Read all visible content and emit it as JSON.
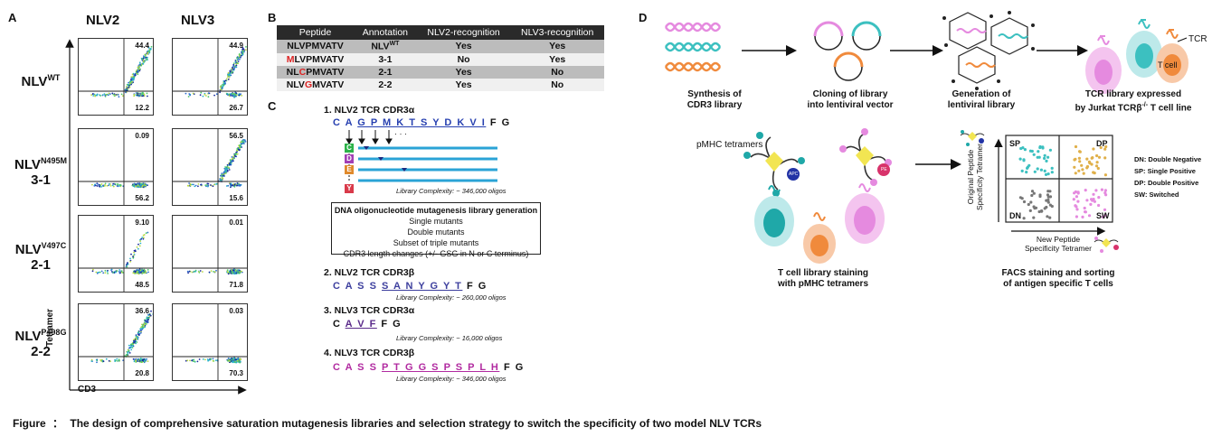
{
  "panels": {
    "a": "A",
    "b": "B",
    "c": "C",
    "d": "D"
  },
  "panel_a": {
    "col_headers": [
      "NLV2",
      "NLV3"
    ],
    "rows": [
      {
        "name": "NLV",
        "sup": "WT",
        "sub": ""
      },
      {
        "name": "NLV",
        "sup": "N495M",
        "sub": "3-1"
      },
      {
        "name": "NLV",
        "sup": "V497C",
        "sub": "2-1"
      },
      {
        "name": "NLV",
        "sup": "P498G",
        "sub": "2-2"
      }
    ],
    "quadrants": [
      [
        {
          "ur": "44.4",
          "lr": "12.2"
        },
        {
          "ur": "44.9",
          "lr": "26.7"
        }
      ],
      [
        {
          "ur": "0.09",
          "lr": "56.2"
        },
        {
          "ur": "56.5",
          "lr": "15.6"
        }
      ],
      [
        {
          "ur": "9.10",
          "lr": "48.5"
        },
        {
          "ur": "0.01",
          "lr": "71.8"
        }
      ],
      [
        {
          "ur": "36.6",
          "lr": "20.8"
        },
        {
          "ur": "0.03",
          "lr": "70.3"
        }
      ]
    ],
    "y_axis_label": "Tetramer",
    "x_axis_label": "CD3"
  },
  "panel_b": {
    "headers": [
      "Peptide",
      "Annotation",
      "NLV2-recognition",
      "NLV3-recognition"
    ],
    "rows": [
      {
        "pre": "NLVPMVATV",
        "mut": "",
        "post": "",
        "annot": "NLV",
        "annot_sup": "WT",
        "nlv2": "Yes",
        "nlv3": "Yes"
      },
      {
        "pre": "",
        "mut": "M",
        "post": "LVPMVATV",
        "annot": "3-1",
        "annot_sup": "",
        "nlv2": "No",
        "nlv3": "Yes"
      },
      {
        "pre": "NL",
        "mut": "C",
        "post": "PMVATV",
        "annot": "2-1",
        "annot_sup": "",
        "nlv2": "Yes",
        "nlv3": "No"
      },
      {
        "pre": "NLV",
        "mut": "G",
        "post": "MVATV",
        "annot": "2-2",
        "annot_sup": "",
        "nlv2": "Yes",
        "nlv3": "No"
      }
    ]
  },
  "panel_c": {
    "s1_title": "1. NLV2 TCR CDR3α",
    "s1_seq_pre": "C A",
    "s1_seq_u": "G P M K T S Y D K V I",
    "s1_seq_post": "F G",
    "s1_ellipsis": "· · ·",
    "mut_letters": [
      {
        "t": "C",
        "color": "#2db34a"
      },
      {
        "t": "D",
        "color": "#a23fb5"
      },
      {
        "t": "E",
        "color": "#e08a2c"
      },
      {
        "t": "Y",
        "color": "#d93a4a"
      }
    ],
    "s1_complexity": "Library Complexity: ~ 346,000 oligos",
    "box_title": "DNA oligonucleotide mutagenesis library generation",
    "box_lines": [
      "Single mutants",
      "Double mutants",
      "Subset of triple mutants",
      "CDR3 length changes (+/- GSG in N or C terminus)"
    ],
    "s2_title": "2. NLV2 TCR CDR3β",
    "s2_seq_pre": "C A S S",
    "s2_seq_u": "S A N Y G Y T",
    "s2_seq_post": "F G",
    "s2_complexity": "Library Complexity: ~ 260,000 oligos",
    "s3_title": "3. NLV3 TCR CDR3α",
    "s3_seq_pre": "C",
    "s3_seq_u": "A V F",
    "s3_seq_post": "F G",
    "s3_complexity": "Library Complexity: ~ 16,000 oligos",
    "s4_title": "4. NLV3 TCR CDR3β",
    "s4_seq_pre": "C A S S",
    "s4_seq_u": "P T G G S P S P L H",
    "s4_seq_post": "F G",
    "s4_complexity": "Library Complexity: ~ 346,000 oligos"
  },
  "panel_d": {
    "step1": "Synthesis of\nCDR3 library",
    "step2": "Cloning of library\ninto lentiviral vector",
    "step3": "Generation of\nlentiviral library",
    "step4_l1": "TCR library expressed",
    "step4_l2_a": "by Jurkat TCRβ",
    "step4_l2_sup": "-/-",
    "step4_l2_b": " T cell line",
    "tcr_label": "TCR",
    "tcell_label": "T cell",
    "pmhc_label": "pMHC tetramers",
    "apc_label": "APC",
    "pe_label": "PE",
    "staining_label": "T cell library staining\nwith pMHC tetramers",
    "facs_label": "FACS staining and sorting\nof antigen specific T cells",
    "quadrants": [
      "SP",
      "DP",
      "DN",
      "SW"
    ],
    "y_axis": "Original Peptide\nSpecificity Tetramer",
    "x_axis": "New Peptide\nSpecificity Tetramer",
    "legend": [
      "DN: Double Negative",
      "SP: Single Positive",
      "DP: Double Positive",
      "SW: Switched"
    ]
  },
  "caption": {
    "label": "Figure",
    "colon": "：",
    "text": "The design of comprehensive saturation mutagenesis libraries and selection strategy to switch the specificity of  two model NLV TCRs"
  }
}
